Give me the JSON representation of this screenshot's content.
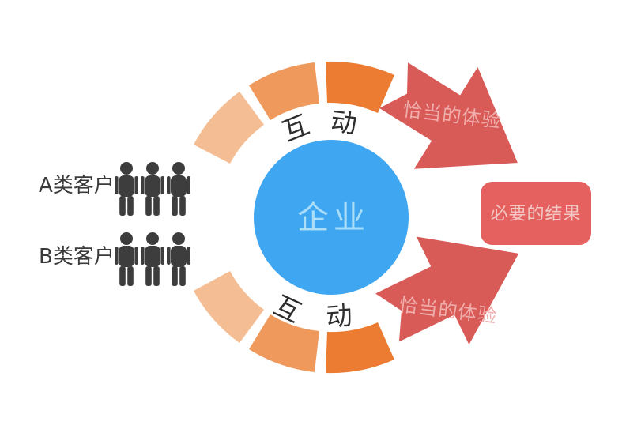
{
  "customers": {
    "label_color": "#3a3a3a",
    "icon_color": "#3d3d3d",
    "groups": [
      {
        "label": "A类客户",
        "person_count": 3
      },
      {
        "label": "B类客户",
        "person_count": 3
      }
    ]
  },
  "ring": {
    "segment_fills": [
      "#f4bd93",
      "#f0995c",
      "#ec7c31"
    ],
    "text_color": "#2e2e2e",
    "interaction_top": {
      "char_1": "互",
      "char_2": "动"
    },
    "interaction_bottom": {
      "char_1": "互",
      "char_2": "动"
    }
  },
  "center": {
    "label": "企业",
    "fill": "#3fa6f1",
    "text_color": "#aadef8"
  },
  "arrows": {
    "fill": "#d95b58",
    "label_color": "#efaeab",
    "top_label": "恰当的体验",
    "bottom_label": "恰当的体验"
  },
  "result_box": {
    "label": "必要的结果",
    "fill": "#e4615f",
    "text_color": "#f2c7c4"
  }
}
